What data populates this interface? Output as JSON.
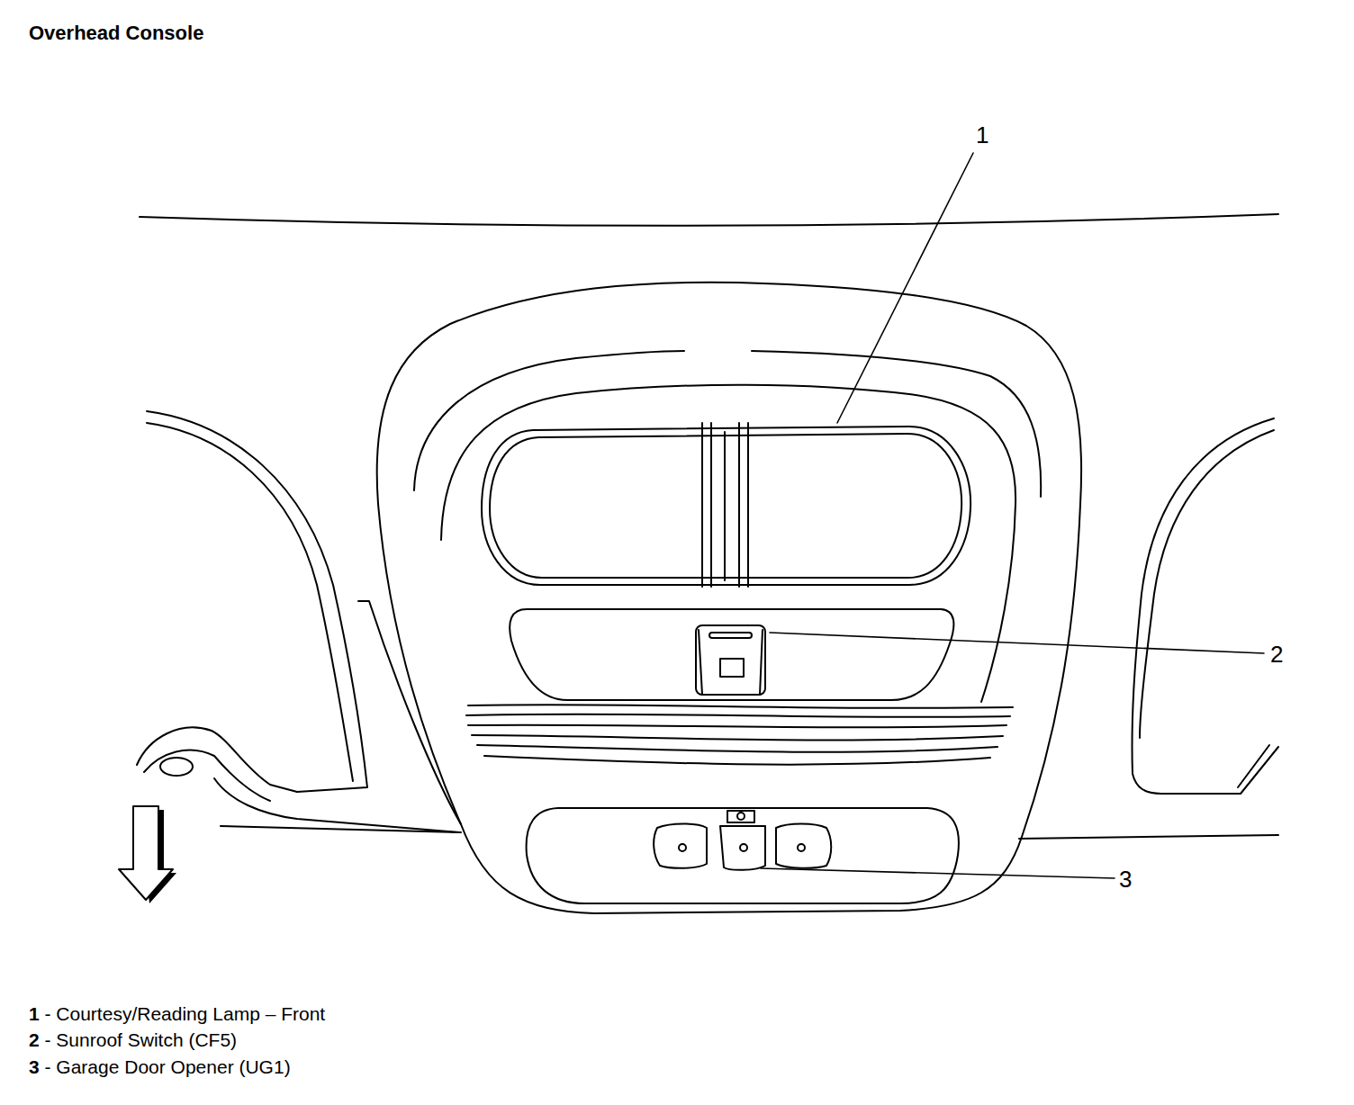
{
  "diagram": {
    "title": "Overhead Console",
    "labels": [
      "1",
      "2",
      "3",
      "1 - Courtesy/Reading Lamp – Front",
      "2 - Sunroof Switch (CF5)",
      "3 - Garage Door Opener (UG1)"
    ]
  }
}
